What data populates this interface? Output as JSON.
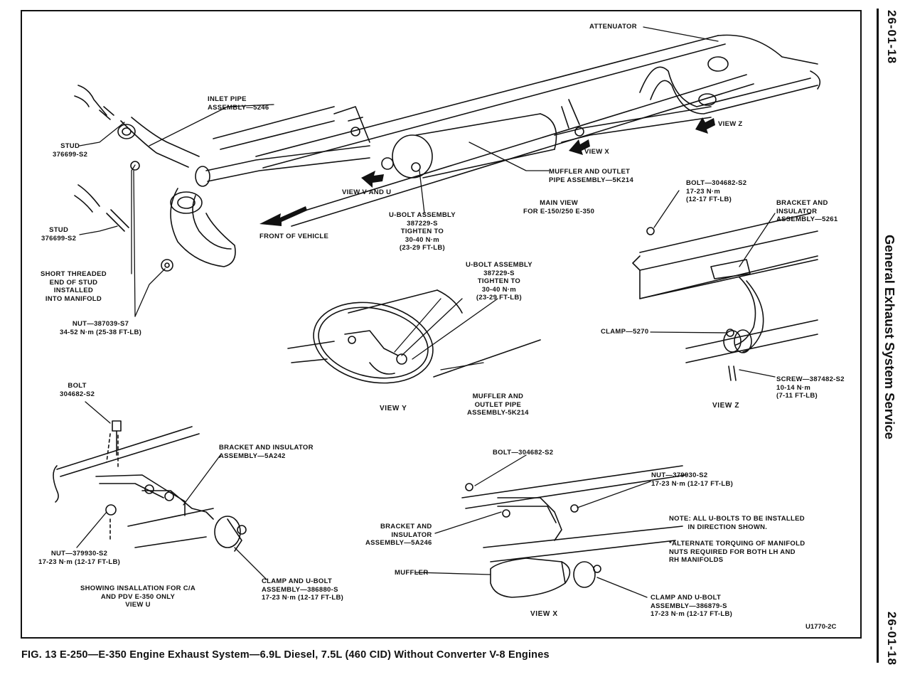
{
  "page": {
    "number_top": "26-01-18",
    "number_bottom": "26-01-18",
    "section_title": "General Exhaust System Service",
    "figure_caption": "FIG. 13 E-250—E-350 Engine Exhaust System—6.9L Diesel, 7.5L (460 CID) Without Converter V-8 Engines",
    "figure_id": "U1770-2C"
  },
  "labels": {
    "attenuator": "ATTENUATOR",
    "inlet_pipe": "INLET PIPE\nASSEMBLY—5246",
    "stud_top": "STUD\n376699-S2",
    "stud_bottom": "STUD\n376699-S2",
    "short_stud": "SHORT THREADED\nEND OF STUD\nINSTALLED\nINTO MANIFOLD",
    "nut_manifold": "NUT—387039-S7\n34-52 N·m (25-38 FT-LB)",
    "view_v_u": "VIEW V AND U",
    "front_vehicle": "FRONT OF VEHICLE",
    "ubolt_main": "U-BOLT ASSEMBLY\n387229-S\nTIGHTEN TO\n30-40 N·m\n(23-29 FT-LB)",
    "muffler_main": "MUFFLER AND OUTLET\nPIPE ASSEMBLY—5K214",
    "main_view": "MAIN VIEW\nFOR E-150/250 E-350",
    "view_x_arrow": "VIEW X",
    "view_z_arrow": "VIEW Z",
    "ubolt_y": "U-BOLT ASSEMBLY\n387229-S\nTIGHTEN TO\n30-40 N·m\n(23-29 FT-LB)",
    "muffler_y": "MUFFLER AND\nOUTLET PIPE\nASSEMBLY-5K214",
    "view_y": "VIEW Y",
    "bolt_z": "BOLT—304682-S2\n17-23 N·m\n(12-17 FT-LB)",
    "bracket_z": "BRACKET AND\nINSULATOR\nASSEMBLY—5261",
    "clamp_z": "CLAMP—5270",
    "screw_z": "SCREW—387482-S2\n10-14 N·m\n(7-11 FT-LB)",
    "view_z": "VIEW Z",
    "bolt_u": "BOLT\n304682-S2",
    "bracket_u": "BRACKET AND INSULATOR\nASSEMBLY—5A242",
    "nut_u": "NUT—379930-S2\n17-23 N·m (12-17 FT-LB)",
    "clamp_u": "CLAMP AND U-BOLT\nASSEMBLY—386880-S\n17-23 N·m (12-17 FT-LB)",
    "showing_u": "SHOWING INSALLATION FOR C/A\nAND PDV E-350 ONLY\nVIEW U",
    "bolt_x": "BOLT—304682-S2",
    "nut_x": "NUT—379930-S2\n17-23 N·m (12-17 FT-LB)",
    "bracket_x": "BRACKET AND\nINSULATOR\nASSEMBLY—5A246",
    "muffler_x": "MUFFLER",
    "clamp_x": "CLAMP AND U-BOLT\nASSEMBLY—386879-S\n17-23 N·m (12-17 FT-LB)",
    "view_x": "VIEW X",
    "note_ubolts": "NOTE: ALL U-BOLTS TO BE INSTALLED\n         IN DIRECTION SHOWN.",
    "note_torque": "*ALTERNATE TORQUING OF MANIFOLD\nNUTS REQUIRED FOR BOTH LH AND\nRH MANIFOLDS"
  }
}
